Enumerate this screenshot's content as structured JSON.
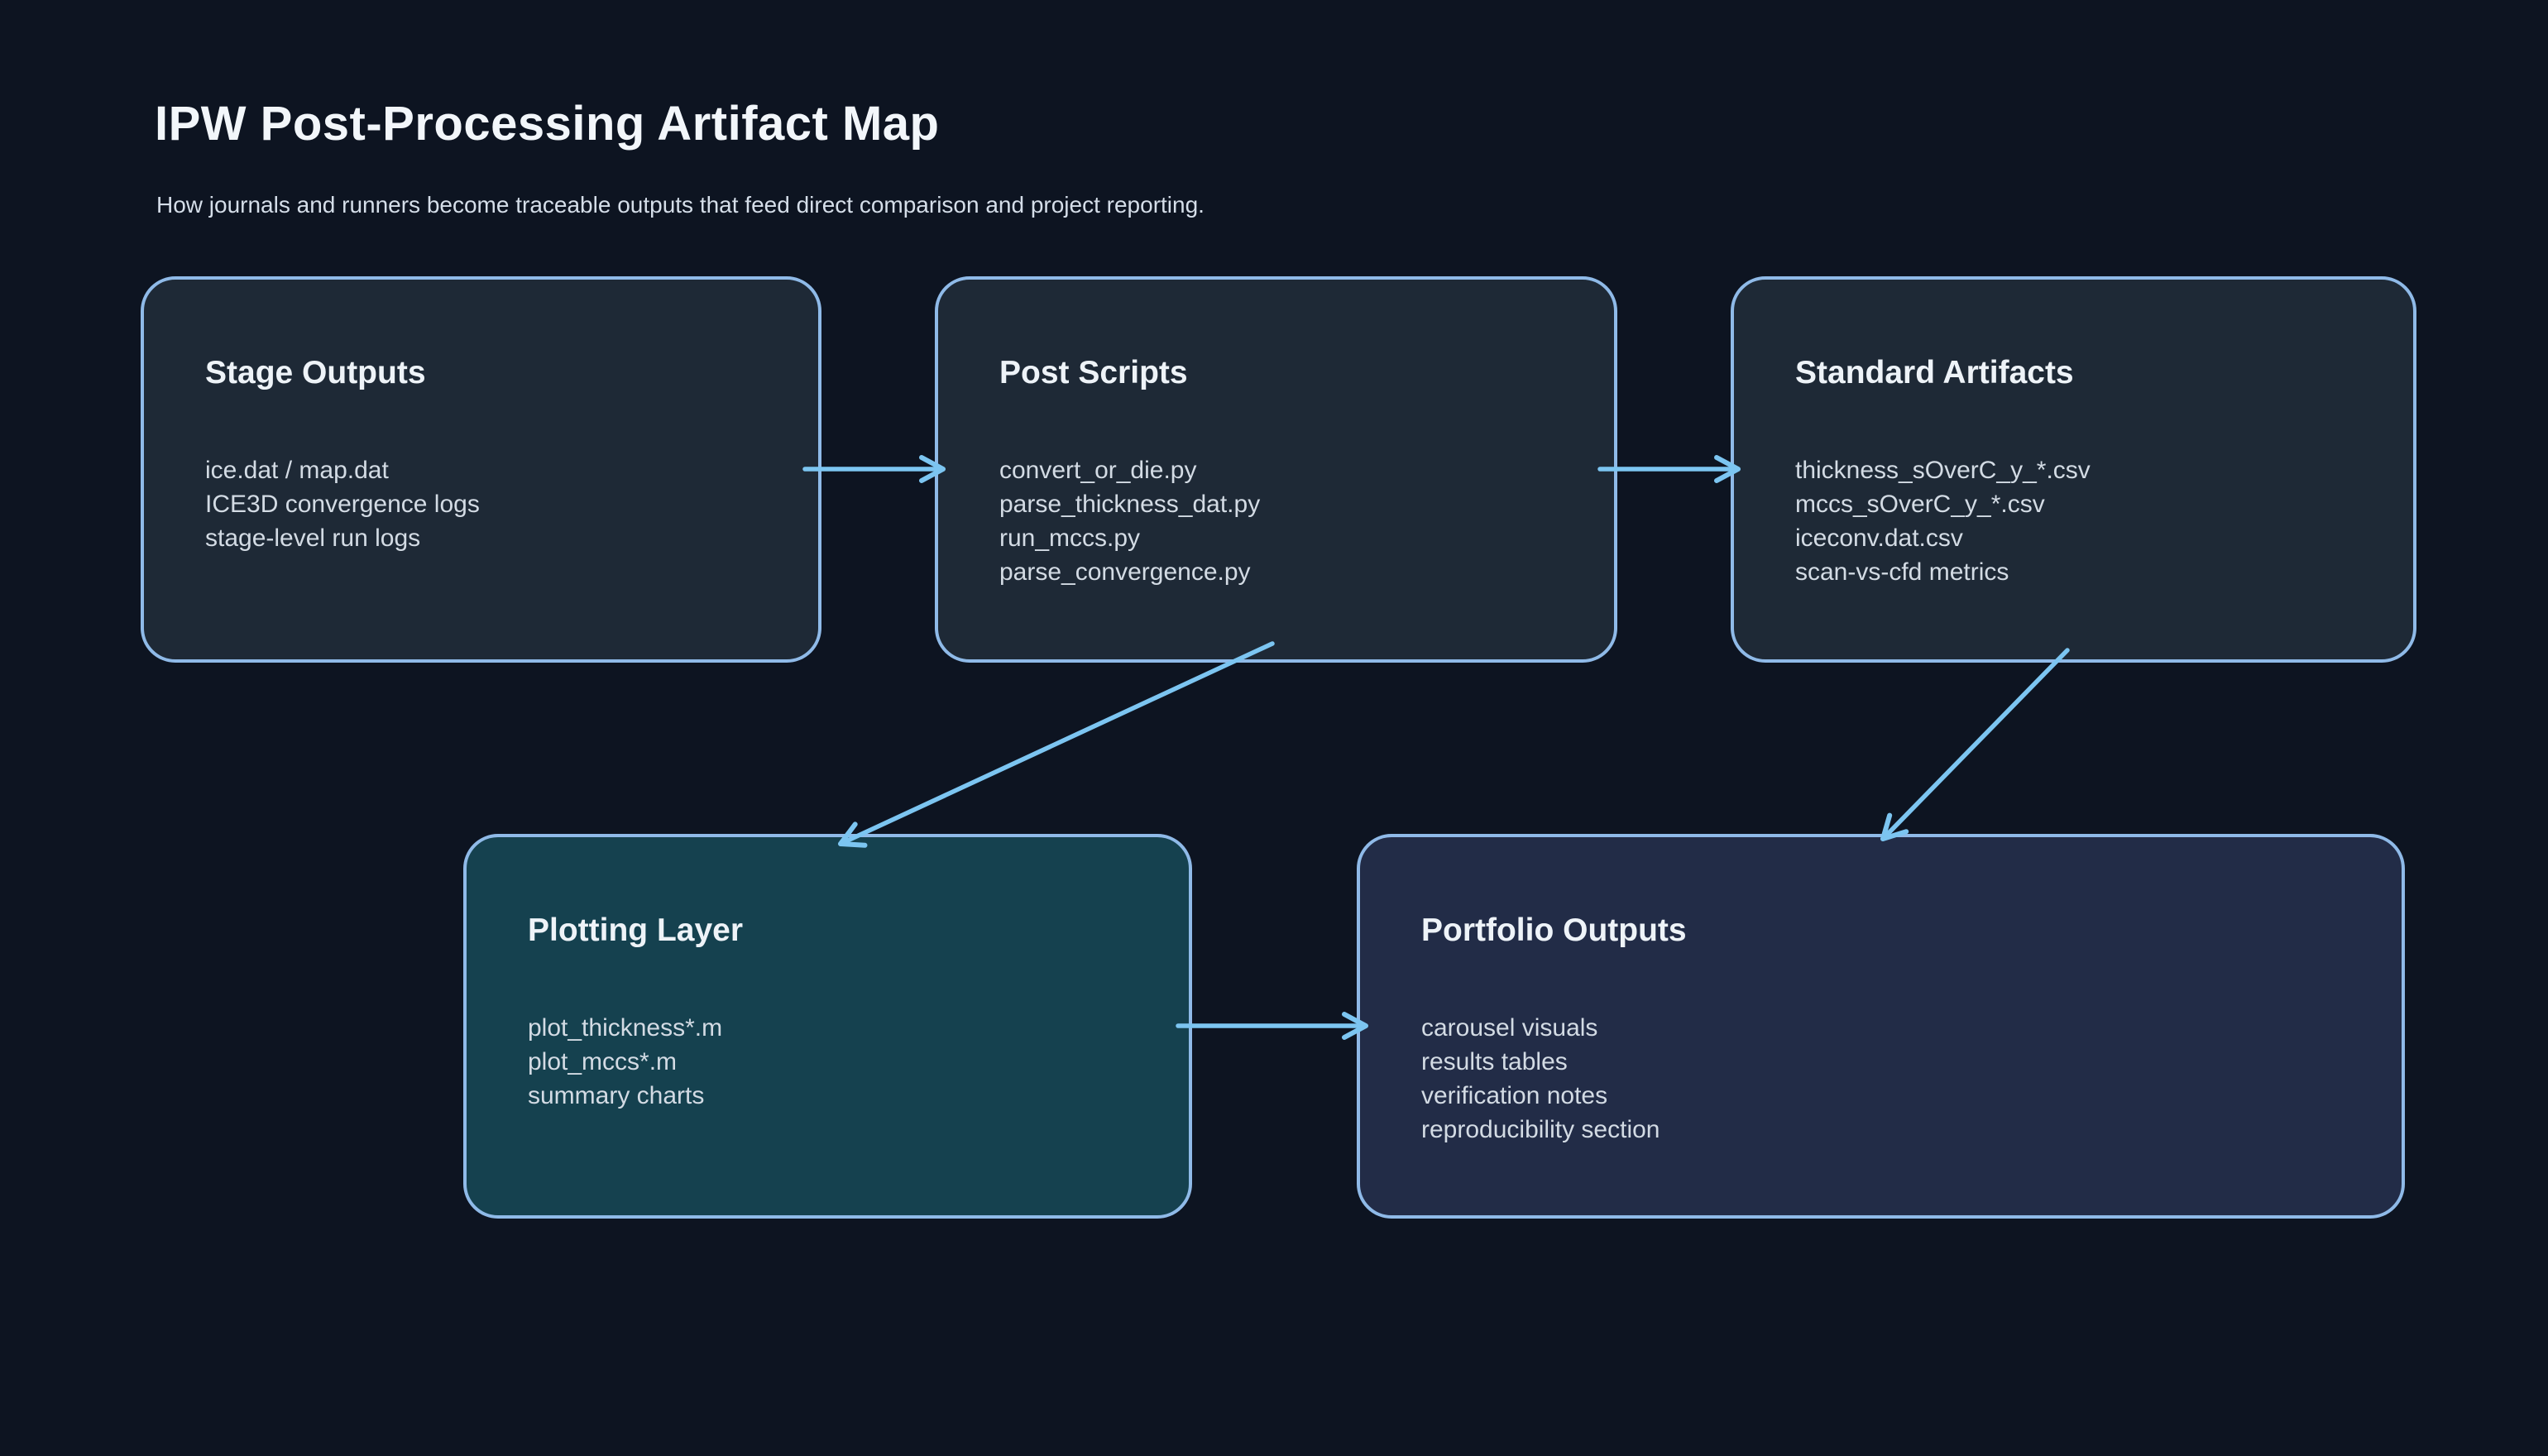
{
  "header": {
    "title": "IPW Post-Processing Artifact Map",
    "subtitle": "How journals and runners become traceable outputs that feed direct comparison and project reporting."
  },
  "colors": {
    "background": "#0d1421",
    "node_border": "#8fbae8",
    "arrow": "#7cc5f1",
    "default_node_background": "#1e2936",
    "plotting_node_background": "#15414f",
    "portfolio_node_background": "#222c47",
    "title_text": "#f2f6fa",
    "body_text": "#d3dbe4"
  },
  "nodes": [
    {
      "id": "stage-outputs",
      "title": "Stage Outputs",
      "items": [
        "ice.dat / map.dat",
        "ICE3D convergence logs",
        "stage-level run logs"
      ]
    },
    {
      "id": "post-scripts",
      "title": "Post Scripts",
      "items": [
        "convert_or_die.py",
        "parse_thickness_dat.py",
        "run_mccs.py",
        "parse_convergence.py"
      ]
    },
    {
      "id": "standard-artifacts",
      "title": "Standard Artifacts",
      "items": [
        "thickness_sOverC_y_*.csv",
        "mccs_sOverC_y_*.csv",
        "iceconv.dat.csv",
        "scan-vs-cfd metrics"
      ]
    },
    {
      "id": "plotting-layer",
      "title": "Plotting Layer",
      "items": [
        "plot_thickness*.m",
        "plot_mccs*.m",
        "summary charts"
      ]
    },
    {
      "id": "portfolio-outputs",
      "title": "Portfolio Outputs",
      "items": [
        "carousel visuals",
        "results tables",
        "verification notes",
        "reproducibility section"
      ]
    }
  ],
  "edges": [
    {
      "from": "stage-outputs",
      "to": "post-scripts"
    },
    {
      "from": "post-scripts",
      "to": "standard-artifacts"
    },
    {
      "from": "post-scripts",
      "to": "plotting-layer"
    },
    {
      "from": "standard-artifacts",
      "to": "portfolio-outputs"
    },
    {
      "from": "plotting-layer",
      "to": "portfolio-outputs"
    }
  ]
}
